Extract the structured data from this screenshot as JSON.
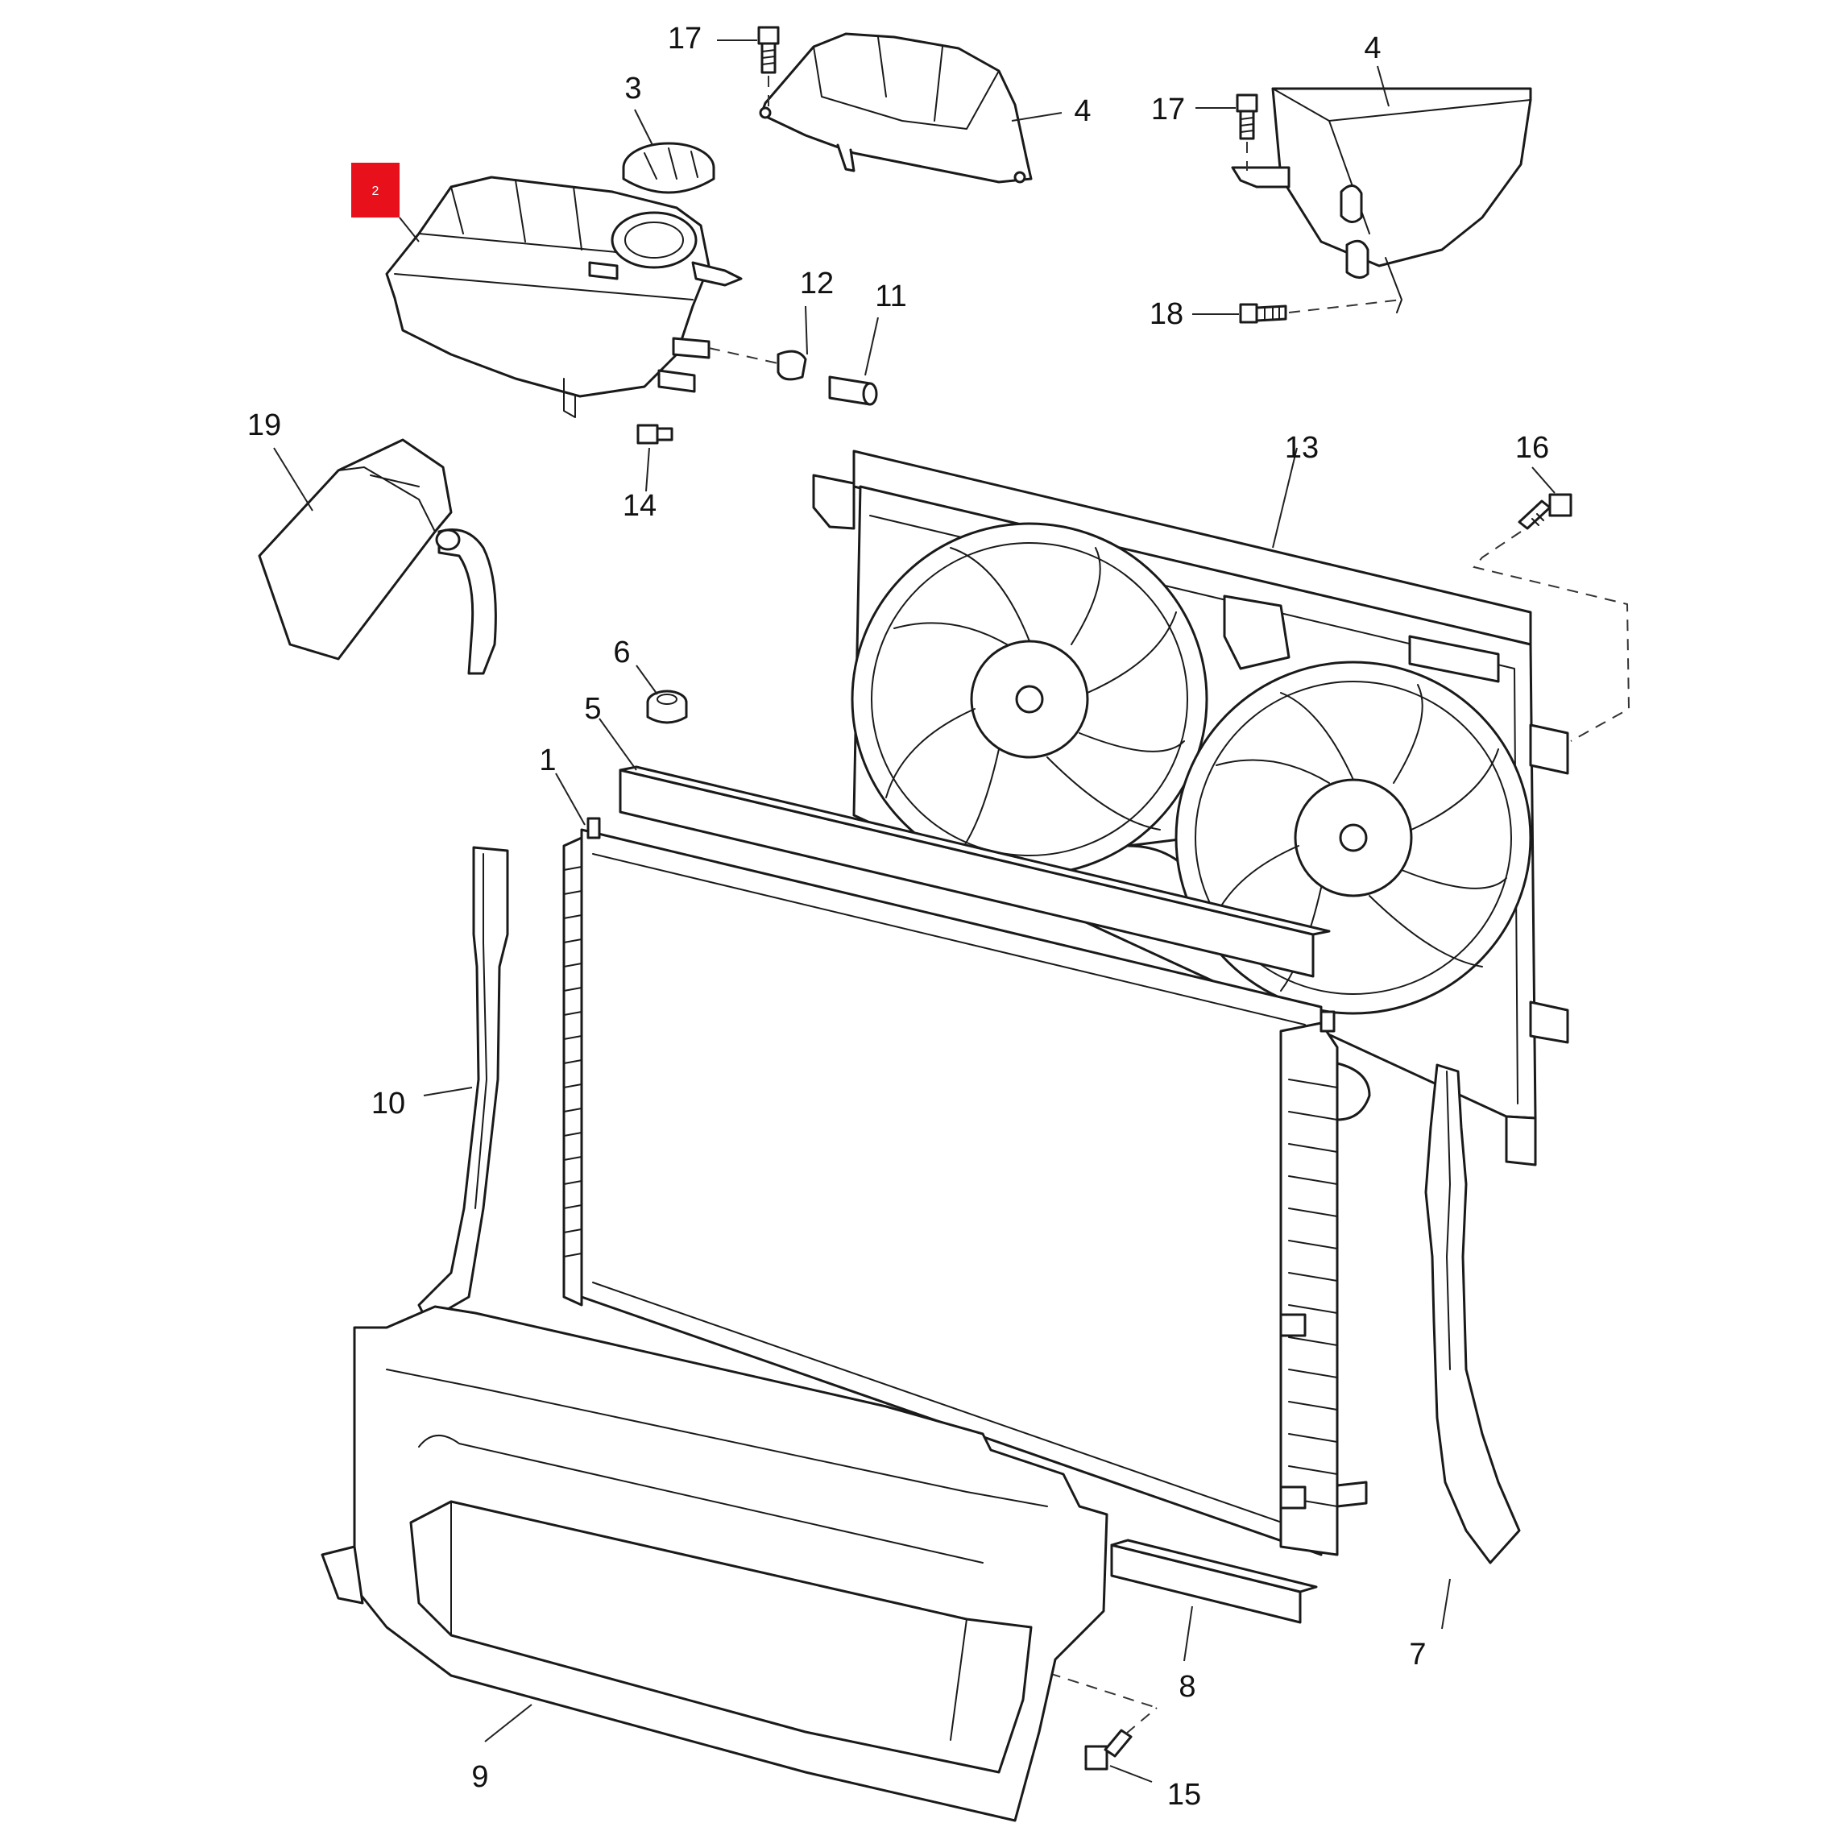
{
  "highlight": {
    "label": "2",
    "color": "#e8101a"
  },
  "callouts": [
    {
      "id": "c17a",
      "text": "17"
    },
    {
      "id": "c3",
      "text": "3"
    },
    {
      "id": "c4a",
      "text": "4"
    },
    {
      "id": "c4b",
      "text": "4"
    },
    {
      "id": "c17b",
      "text": "17"
    },
    {
      "id": "c18",
      "text": "18"
    },
    {
      "id": "c12",
      "text": "12"
    },
    {
      "id": "c11",
      "text": "11"
    },
    {
      "id": "c19",
      "text": "19"
    },
    {
      "id": "c14",
      "text": "14"
    },
    {
      "id": "c13",
      "text": "13"
    },
    {
      "id": "c16",
      "text": "16"
    },
    {
      "id": "c6",
      "text": "6"
    },
    {
      "id": "c5",
      "text": "5"
    },
    {
      "id": "c1",
      "text": "1"
    },
    {
      "id": "c10",
      "text": "10"
    },
    {
      "id": "c8",
      "text": "8"
    },
    {
      "id": "c7",
      "text": "7"
    },
    {
      "id": "c9",
      "text": "9"
    },
    {
      "id": "c15",
      "text": "15"
    }
  ]
}
